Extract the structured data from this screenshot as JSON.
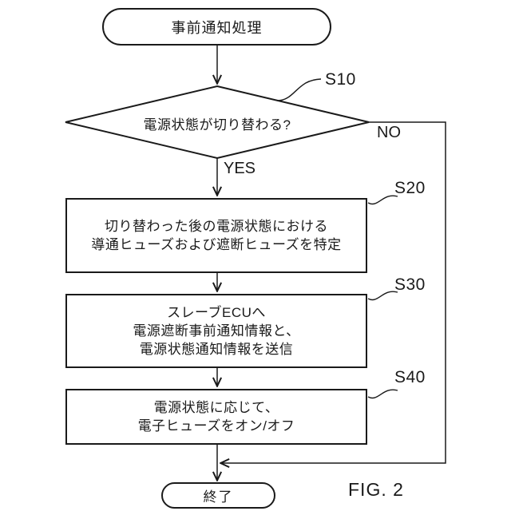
{
  "figure": {
    "caption": "FIG. 2"
  },
  "colors": {
    "line": "#1a1a1a",
    "background": "#ffffff",
    "text": "#1a1a1a"
  },
  "flowchart": {
    "start": {
      "label": "事前通知処理"
    },
    "decision": {
      "id": "S10",
      "label": "電源状態が切り替わる?",
      "yes_label": "YES",
      "no_label": "NO"
    },
    "steps": [
      {
        "id": "S20",
        "lines": [
          "切り替わった後の電源状態における",
          "導通ヒューズおよび遮断ヒューズを特定"
        ]
      },
      {
        "id": "S30",
        "lines": [
          "スレーブECUへ",
          "電源遮断事前通知情報と、",
          "電源状態通知情報を送信"
        ]
      },
      {
        "id": "S40",
        "lines": [
          "電源状態に応じて、",
          "電子ヒューズをオン/オフ"
        ]
      }
    ],
    "end": {
      "label": "終了"
    }
  }
}
